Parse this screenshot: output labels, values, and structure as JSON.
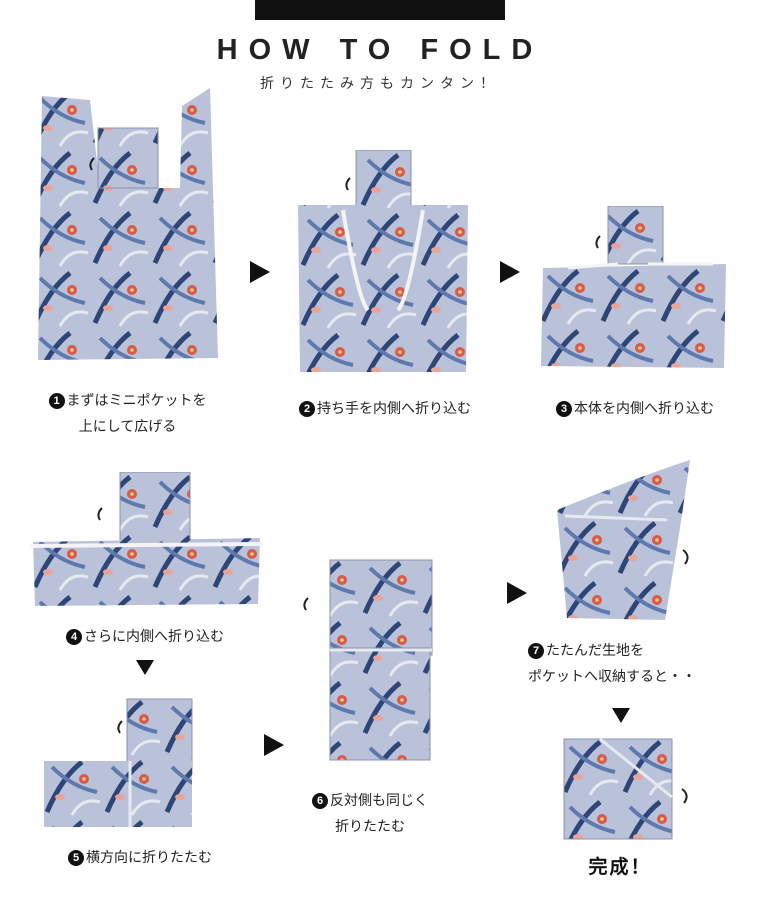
{
  "header": {
    "title": "HOW TO FOLD",
    "subtitle": "折りたたみ方もカンタン！"
  },
  "steps": [
    {
      "num": "1",
      "line1": "まずはミニポケットを",
      "line2": "上にして広げる"
    },
    {
      "num": "2",
      "line1": "持ち手を内側へ折り込む",
      "line2": ""
    },
    {
      "num": "3",
      "line1": "本体を内側へ折り込む",
      "line2": ""
    },
    {
      "num": "4",
      "line1": "さらに内側へ折り込む",
      "line2": ""
    },
    {
      "num": "5",
      "line1": "横方向に折りたたむ",
      "line2": ""
    },
    {
      "num": "6",
      "line1": "反対側も同じく",
      "line2": "折りたたむ"
    },
    {
      "num": "7",
      "line1": "たたんだ生地を",
      "line2": "ポケットへ収納すると・・"
    }
  ],
  "final_label": "完成！",
  "colors": {
    "fabric": "#b9c2d9",
    "leaf_dark": "#2d4577",
    "leaf_mid": "#5e79ad",
    "flower": "#d9594c",
    "flamingo": "#e9a49a",
    "arrow": "#111111"
  }
}
